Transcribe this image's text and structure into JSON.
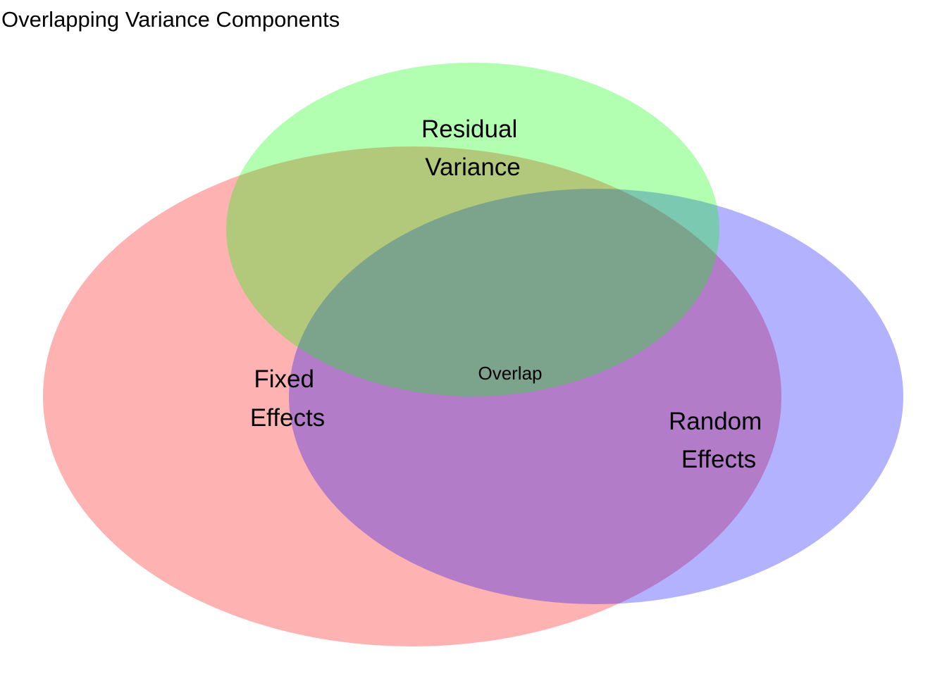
{
  "title": "Overlapping Variance Components",
  "sets": [
    {
      "id": "fixed",
      "label_lines": [
        "Fixed",
        "Effects"
      ],
      "color": "#ff0000",
      "opacity": 0.3
    },
    {
      "id": "random",
      "label_lines": [
        "Random",
        "Effects"
      ],
      "color": "#0000ff",
      "opacity": 0.3
    },
    {
      "id": "residual",
      "label_lines": [
        "Residual",
        "Variance"
      ],
      "color": "#00ff00",
      "opacity": 0.3
    }
  ],
  "overlap_label": "Overlap"
}
